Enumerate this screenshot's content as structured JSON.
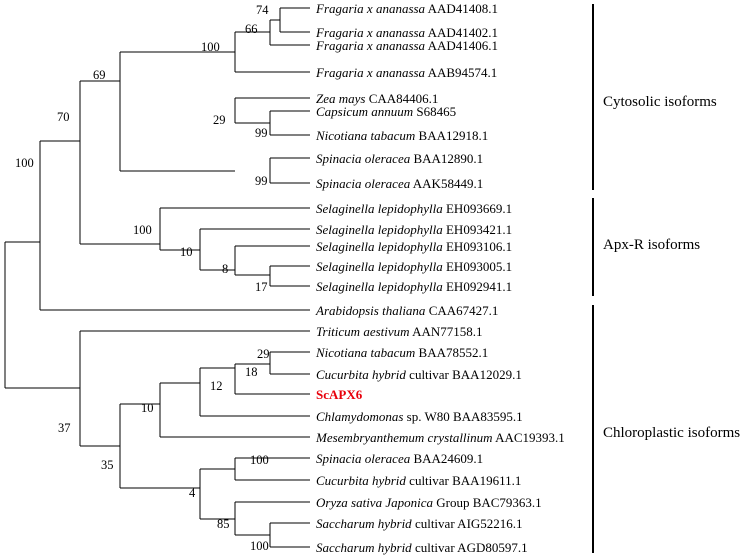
{
  "tips": [
    {
      "id": "t1",
      "species": "Fragaria x ananassa",
      "accession": "AAD41408.1"
    },
    {
      "id": "t2",
      "species": "Fragaria x ananassa",
      "accession": "AAD41402.1"
    },
    {
      "id": "t3",
      "species": "Fragaria x ananassa",
      "accession": "AAD41406.1"
    },
    {
      "id": "t4",
      "species": "Fragaria x ananassa",
      "accession": "AAB94574.1"
    },
    {
      "id": "t5",
      "species": "Zea mays",
      "accession": "CAA84406.1"
    },
    {
      "id": "t6",
      "species": "Capsicum annuum",
      "accession": "S68465"
    },
    {
      "id": "t7",
      "species": "Nicotiana tabacum",
      "accession": "BAA12918.1"
    },
    {
      "id": "t8",
      "species": "Spinacia oleracea",
      "accession": "BAA12890.1"
    },
    {
      "id": "t9",
      "species": "Spinacia oleracea",
      "accession": "AAK58449.1"
    },
    {
      "id": "t10",
      "species": "Selaginella lepidophylla",
      "accession": "EH093669.1"
    },
    {
      "id": "t11",
      "species": "Selaginella lepidophylla",
      "accession": "EH093421.1"
    },
    {
      "id": "t12",
      "species": "Selaginella lepidophylla",
      "accession": "EH093106.1"
    },
    {
      "id": "t13",
      "species": "Selaginella lepidophylla",
      "accession": "EH093005.1"
    },
    {
      "id": "t14",
      "species": "Selaginella lepidophylla",
      "accession": "EH092941.1"
    },
    {
      "id": "t15",
      "species": "Arabidopsis thaliana",
      "accession": "CAA67427.1"
    },
    {
      "id": "t16",
      "species": "Triticum aestivum",
      "accession": "AAN77158.1"
    },
    {
      "id": "t17",
      "species": "Nicotiana tabacum",
      "accession": "BAA78552.1"
    },
    {
      "id": "t18",
      "species": "Cucurbita hybrid",
      "accession": "cultivar BAA12029.1"
    },
    {
      "id": "t19",
      "species": "",
      "accession": "ScAPX6",
      "highlight": true
    },
    {
      "id": "t20",
      "species": "Chlamydomonas",
      "accession": "sp. W80 BAA83595.1"
    },
    {
      "id": "t21",
      "species": "Mesembryanthemum crystallinum",
      "accession": "AAC19393.1"
    },
    {
      "id": "t22",
      "species": "Spinacia oleracea",
      "accession": "BAA24609.1"
    },
    {
      "id": "t23",
      "species": "Cucurbita hybrid",
      "accession": "cultivar BAA19611.1"
    },
    {
      "id": "t24",
      "species": "Oryza sativa Japonica",
      "accession": "Group BAC79363.1"
    },
    {
      "id": "t25",
      "species": "Saccharum hybrid",
      "accession": "cultivar AIG52216.1"
    },
    {
      "id": "t26",
      "species": "Saccharum hybrid",
      "accession": "cultivar AGD80597.1"
    }
  ],
  "bootstrap": {
    "b74": "74",
    "b66": "66",
    "b100a": "100",
    "b69": "69",
    "b70": "70",
    "b29a": "29",
    "b99a": "99",
    "b99b": "99",
    "b100root": "100",
    "b100b": "100",
    "b10a": "10",
    "b8": "8",
    "b17": "17",
    "b29b": "29",
    "b18": "18",
    "b12": "12",
    "b10b": "10",
    "b37": "37",
    "b35": "35",
    "b100c": "100",
    "b4": "4",
    "b85": "85",
    "b100d": "100"
  },
  "clades": [
    {
      "id": "cytosolic",
      "label": "Cytosolic isoforms"
    },
    {
      "id": "apxr",
      "label": "Apx-R isoforms"
    },
    {
      "id": "chloroplastic",
      "label": "Chloroplastic isoforms"
    }
  ],
  "colors": {
    "highlight": "#e8000b",
    "line": "#000000"
  }
}
